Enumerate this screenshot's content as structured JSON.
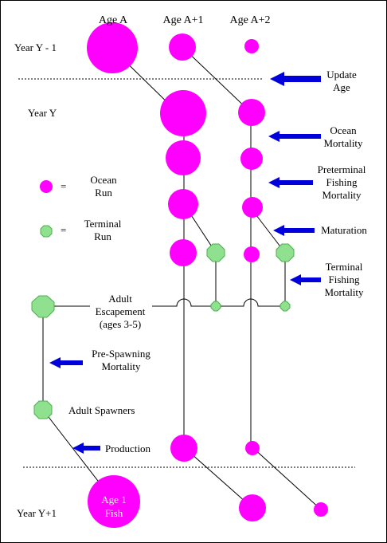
{
  "colors": {
    "ocean": "#ff00ff",
    "terminal": "#8fe08f",
    "terminal_stroke": "#4cb04c",
    "arrow": "#0000dd",
    "line": "#000000",
    "white_text": "#ffffff"
  },
  "headers": {
    "age_a": "Age A",
    "age_a1": "Age A+1",
    "age_a2": "Age A+2"
  },
  "rows": {
    "year_y_minus_1": "Year Y - 1",
    "year_y": "Year Y",
    "year_y_plus_1": "Year Y+1"
  },
  "legend": {
    "ocean_eq": "=",
    "ocean_line1": "Ocean",
    "ocean_line2": "Run",
    "terminal_eq": "=",
    "terminal_line1": "Terminal",
    "terminal_line2": "Run"
  },
  "arrows": {
    "update_age": [
      "Update",
      "Age"
    ],
    "ocean_mortality": [
      "Ocean",
      "Mortality"
    ],
    "preterminal": [
      "Preterminal",
      "Fishing",
      "Mortality"
    ],
    "maturation": [
      "Maturation"
    ],
    "terminal_fishing": [
      "Terminal",
      "Fishing",
      "Mortality"
    ],
    "pre_spawning": [
      "Pre-Spawning",
      "Mortality"
    ],
    "production": [
      "Production"
    ]
  },
  "labels": {
    "escapement": [
      "Adult",
      "Escapement",
      "(ages 3-5)"
    ],
    "spawners": "Adult Spawners",
    "age1_fish": [
      "Age 1",
      "Fish"
    ]
  }
}
